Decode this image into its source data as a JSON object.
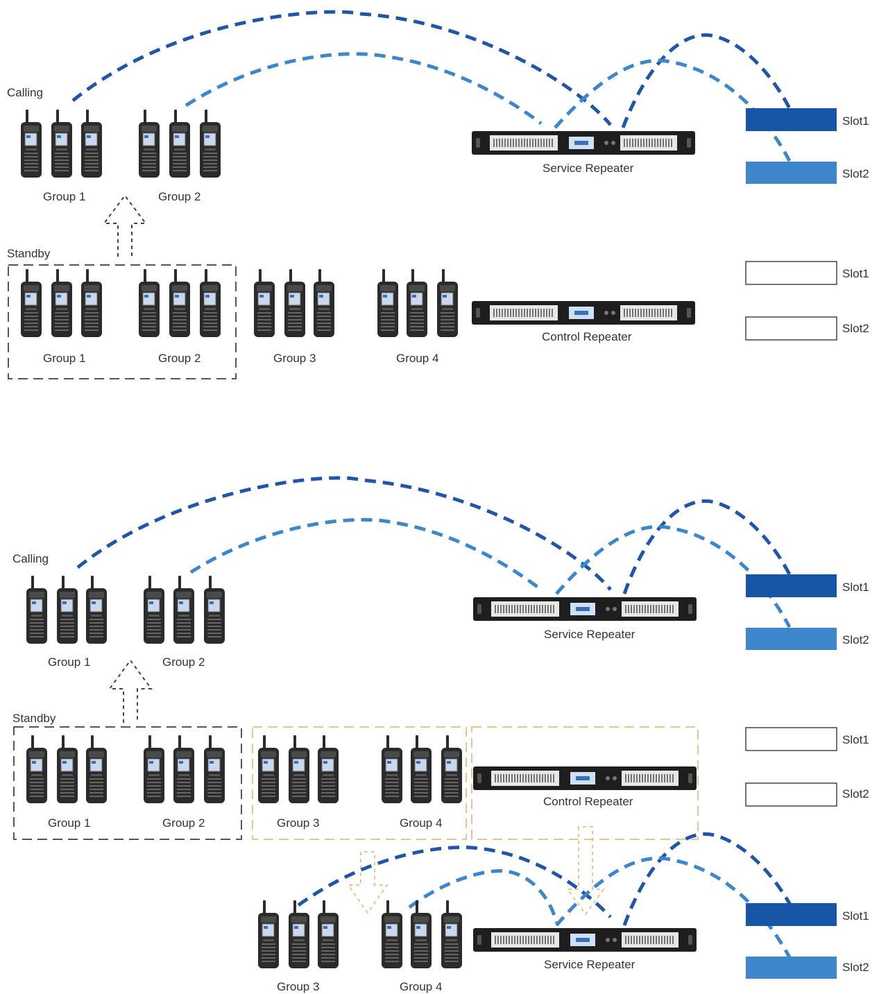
{
  "colors": {
    "dark_blue": "#1f56a8",
    "light_blue": "#3c86cc",
    "slot_dark": "#1755a7",
    "slot_light": "#3d86cc",
    "standby_box": "#555555",
    "highlight_box": "#e8c48e",
    "radio_body": "#2b2b2b"
  },
  "panel1": {
    "calling_label": "Calling",
    "standby_label": "Standby",
    "calling_groups": [
      "Group 1",
      "Group 2"
    ],
    "standby_groups": [
      "Group 1",
      "Group 2",
      "Group 3",
      "Group 4"
    ],
    "service_repeater": "Service Repeater",
    "control_repeater": "Control Repeater",
    "service_slots": [
      "Slot1",
      "Slot2"
    ],
    "control_slots": [
      "Slot1",
      "Slot2"
    ]
  },
  "panel2": {
    "calling_label": "Calling",
    "standby_label": "Standby",
    "calling_groups": [
      "Group 1",
      "Group 2"
    ],
    "standby_groups": [
      "Group 1",
      "Group 2",
      "Group 3",
      "Group 4"
    ],
    "service_repeater": "Service Repeater",
    "control_repeater": "Control Repeater",
    "service_slots": [
      "Slot1",
      "Slot2"
    ],
    "control_slots": [
      "Slot1",
      "Slot2"
    ],
    "second_service_repeater": "Service Repeater",
    "second_service_slots": [
      "Slot1",
      "Slot2"
    ],
    "moved_groups": [
      "Group 3",
      "Group 4"
    ]
  }
}
